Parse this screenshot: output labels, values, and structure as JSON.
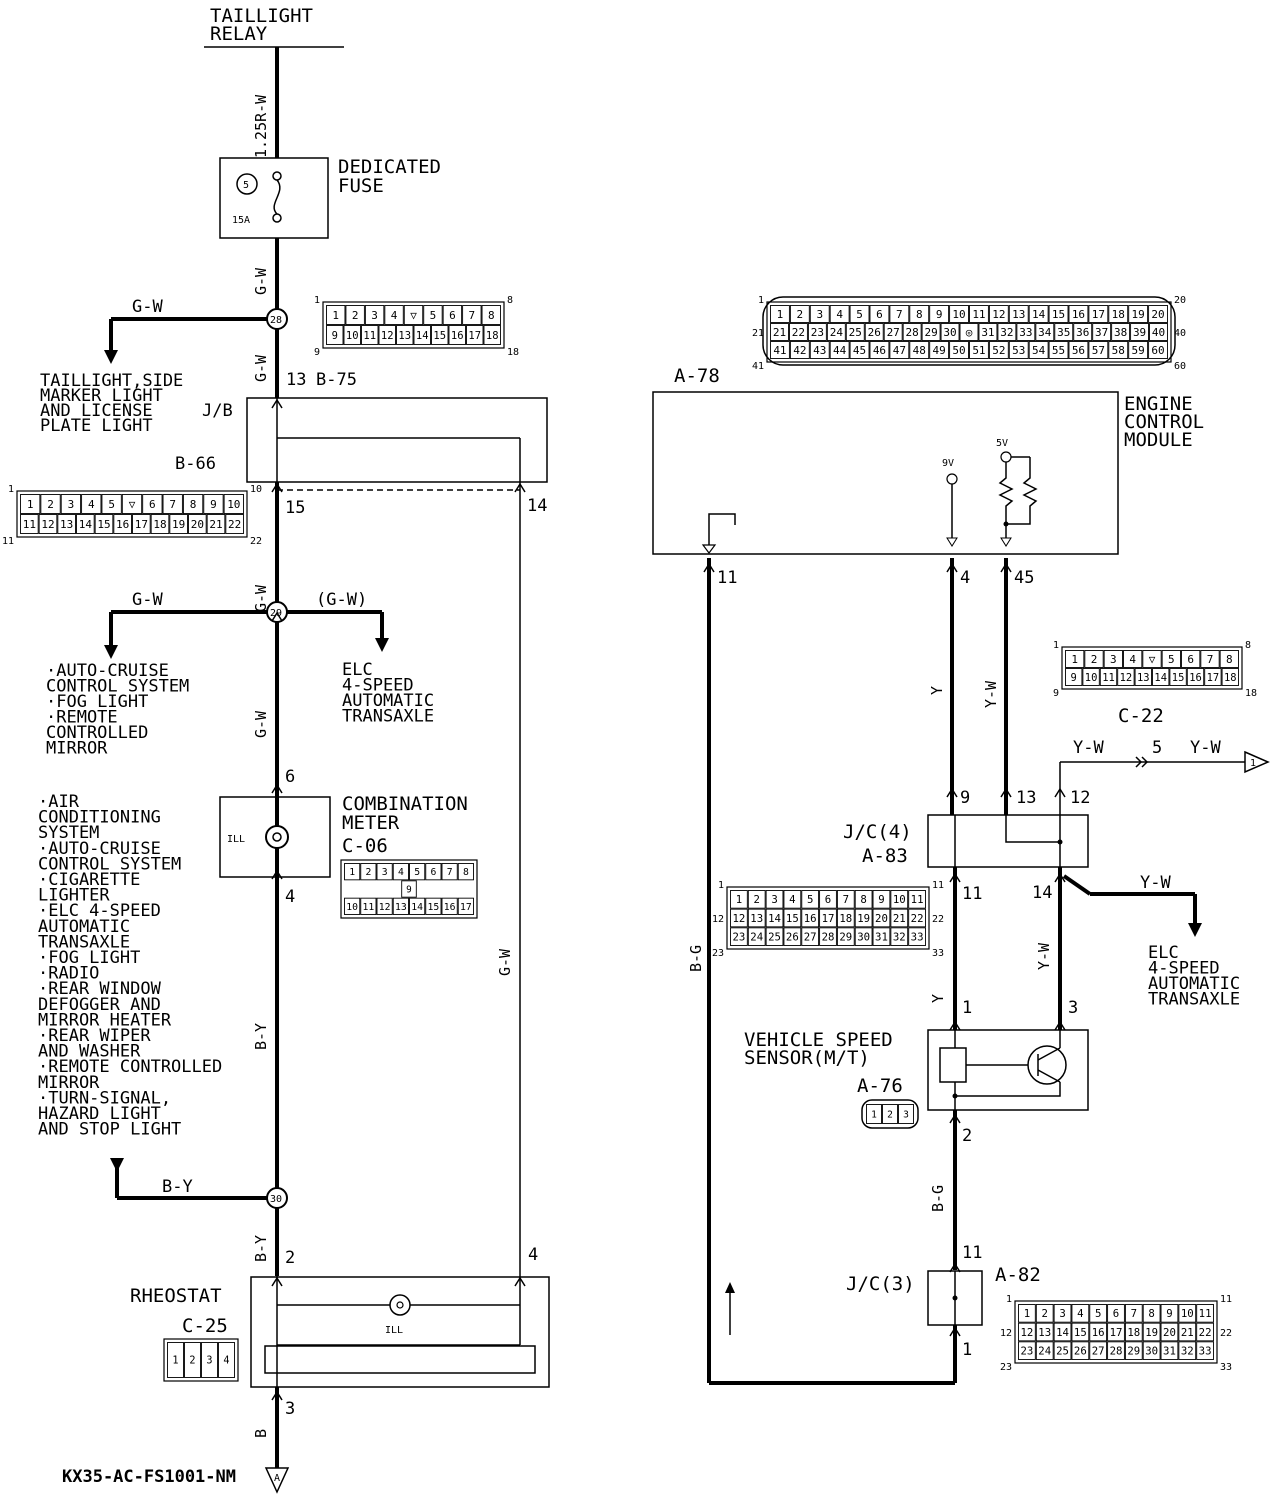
{
  "left": {
    "taillight_relay": [
      "TAILLIGHT",
      "RELAY"
    ],
    "wire_top": "1.25R-W",
    "dedicated_fuse": [
      "DEDICATED",
      "FUSE"
    ],
    "fuse_number": "5",
    "fuse_rating": "15A",
    "wire_gw": "G-W",
    "junction_28": "28",
    "branch_gw": "G-W",
    "taillight_dest": [
      "TAILLIGHT,SIDE",
      "MARKER LIGHT",
      "AND LICENSE",
      "PLATE LIGHT"
    ],
    "jb_pin_13": "13",
    "jb_conn_b75": "B-75",
    "jb_label": "J/B",
    "jb_conn_b66": "B-66",
    "jb_pin_15": "15",
    "jb_pin_14": "14",
    "junction_29": "29",
    "branch_gw_left": "G-W",
    "branch_gw_right": "(G-W)",
    "list_a": [
      "·AUTO-CRUISE",
      " CONTROL SYSTEM",
      "·FOG LIGHT",
      "·REMOTE",
      " CONTROLLED",
      " MIRROR"
    ],
    "elc_dest": [
      "ELC",
      "4-SPEED",
      "AUTOMATIC",
      "TRANSAXLE"
    ],
    "meter_pin_6": "6",
    "meter_title": [
      "COMBINATION",
      "METER"
    ],
    "meter_conn": "C-06",
    "meter_ill": "ILL",
    "meter_pin_4": "4",
    "list_b": [
      "·AIR",
      " CONDITIONING",
      " SYSTEM",
      "·AUTO-CRUISE",
      " CONTROL SYSTEM",
      "·CIGARETTE",
      " LIGHTER",
      "·ELC 4-SPEED",
      " AUTOMATIC",
      " TRANSAXLE",
      "·FOG LIGHT",
      "·RADIO",
      "·REAR WINDOW",
      " DEFOGGER AND",
      " MIRROR HEATER",
      "·REAR WIPER",
      " AND WASHER",
      "·REMOTE CONTROLLED",
      " MIRROR",
      "·TURN-SIGNAL,",
      " HAZARD LIGHT",
      " AND STOP LIGHT"
    ],
    "wire_by": "B-Y",
    "junction_30": "30",
    "branch_by": "B-Y",
    "rheo_pin_2": "2",
    "rheo_pin_4": "4",
    "rheostat": "RHEOSTAT",
    "rheo_conn": "C-25",
    "rheo_ill": "ILL",
    "rheo_pin_3": "3",
    "wire_b": "B",
    "ground_ref": "A",
    "code": "KX35-AC-FS1001-NM",
    "conn_b75_rows": [
      [
        "1",
        "2",
        "3",
        "4",
        "▽",
        "5",
        "6",
        "7",
        "8"
      ],
      [
        "9",
        "10",
        "11",
        "12",
        "13",
        "14",
        "15",
        "16",
        "17",
        "18"
      ]
    ],
    "conn_b75_pins": [
      "1",
      "8",
      "9",
      "18"
    ],
    "conn_b66_rows": [
      [
        "1",
        "2",
        "3",
        "4",
        "5",
        "▽",
        "6",
        "7",
        "8",
        "9",
        "10"
      ],
      [
        "11",
        "12",
        "13",
        "14",
        "15",
        "16",
        "17",
        "18",
        "19",
        "20",
        "21",
        "22"
      ]
    ],
    "conn_b66_pins": [
      "1",
      "10",
      "11",
      "22"
    ],
    "conn_c06_rows": [
      [
        "1",
        "2",
        "3",
        "4",
        "5",
        "6",
        "7",
        "8"
      ],
      [
        "9"
      ],
      [
        "10",
        "11",
        "12",
        "13",
        "14",
        "15",
        "16",
        "17"
      ]
    ],
    "conn_c25_rows": [
      [
        "1",
        "2",
        "3",
        "4"
      ]
    ]
  },
  "right": {
    "ecm_conn": "A-78",
    "ecm_title": [
      "ENGINE",
      "CONTROL",
      "MODULE"
    ],
    "ecm_9v": "9V",
    "ecm_5v": "5V",
    "ecm_pin_11": "11",
    "ecm_pin_4": "4",
    "ecm_pin_45": "45",
    "wire_y": "Y",
    "wire_yw": "Y-W",
    "wire_bg": "B-G",
    "ecm_conn_rows": [
      [
        "1",
        "2",
        "3",
        "4",
        "5",
        "6",
        "7",
        "8",
        "9",
        "10",
        "11",
        "12",
        "13",
        "14",
        "15",
        "16",
        "17",
        "18",
        "19",
        "20"
      ],
      [
        "21",
        "22",
        "23",
        "24",
        "25",
        "26",
        "27",
        "28",
        "29",
        "30",
        "◎",
        "31",
        "32",
        "33",
        "34",
        "35",
        "36",
        "37",
        "38",
        "39",
        "40"
      ],
      [
        "41",
        "42",
        "43",
        "44",
        "45",
        "46",
        "47",
        "48",
        "49",
        "50",
        "51",
        "52",
        "53",
        "54",
        "55",
        "56",
        "57",
        "58",
        "59",
        "60"
      ]
    ],
    "ecm_conn_pins": [
      "1",
      "20",
      "21",
      "40",
      "41",
      "60"
    ],
    "c22": "C-22",
    "c22_rows": [
      [
        "1",
        "2",
        "3",
        "4",
        "▽",
        "5",
        "6",
        "7",
        "8"
      ],
      [
        "9",
        "10",
        "11",
        "12",
        "13",
        "14",
        "15",
        "16",
        "17",
        "18"
      ]
    ],
    "c22_pins": [
      "1",
      "8",
      "9",
      "18"
    ],
    "out_yw_1": "Y-W",
    "out_5": "5",
    "out_yw_2": "Y-W",
    "out_ref": "1",
    "jc4_pin_9": "9",
    "jc4_pin_13": "13",
    "jc4_pin_12": "12",
    "jc4_label": "J/C(4)",
    "jc4_conn": "A-83",
    "jc4_pin_11": "11",
    "jc4_pin_14": "14",
    "branch_yw": "Y-W",
    "elc_dest": [
      "ELC",
      "4-SPEED",
      "AUTOMATIC",
      "TRANSAXLE"
    ],
    "jc_rows": [
      [
        "1",
        "2",
        "3",
        "4",
        "5",
        "6",
        "7",
        "8",
        "9",
        "10",
        "11"
      ],
      [
        "12",
        "13",
        "14",
        "15",
        "16",
        "17",
        "18",
        "19",
        "20",
        "21",
        "22"
      ],
      [
        "23",
        "24",
        "25",
        "26",
        "27",
        "28",
        "29",
        "30",
        "31",
        "32",
        "33"
      ]
    ],
    "jc_pins": [
      "1",
      "11",
      "12",
      "22",
      "23",
      "33"
    ],
    "vss_title": [
      "VEHICLE SPEED",
      "SENSOR(M/T)"
    ],
    "vss_conn": "A-76",
    "vss_rows": [
      [
        "1",
        "2",
        "3"
      ]
    ],
    "vss_pin_1": "1",
    "vss_pin_3": "3",
    "vss_pin_2": "2",
    "jc3_pin_11": "11",
    "jc3_label": "J/C(3)",
    "jc3_conn": "A-82",
    "jc3_pin_1": "1"
  }
}
